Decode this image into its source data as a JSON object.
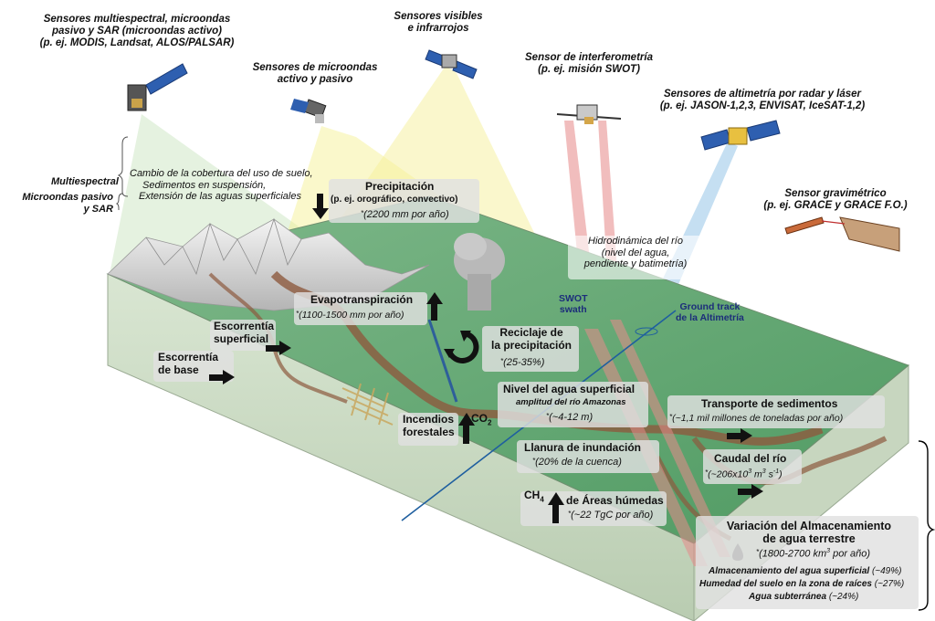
{
  "sensors": {
    "multispectral": {
      "line1": "Sensores multiespectral, microondas",
      "line2": "pasivo y SAR (microondas activo)",
      "line3": "(p. ej. MODIS, Landsat, ALOS/PALSAR)"
    },
    "visible": {
      "line1": "Sensores visibles",
      "line2": "e infrarrojos"
    },
    "microwave": {
      "line1": "Sensores de microondas",
      "line2": "activo y pasivo"
    },
    "interferometry": {
      "line1": "Sensor de interferometría",
      "line2": "(p. ej. misión SWOT)"
    },
    "altimetry": {
      "line1": "Sensores de altimetría por radar y láser",
      "line2": "(p. ej. JASON-1,2,3, ENVISAT, IceSAT-1,2)"
    },
    "gravimetric": {
      "line1": "Sensor gravimétrico",
      "line2": "(p. ej. GRACE y GRACE F.O.)"
    }
  },
  "left_labels": {
    "multiespectral": "Multiespectral",
    "microondas_1": "Microondas pasivo",
    "microondas_2": "y SAR",
    "land_1": "Cambio de la cobertura del uso de suelo,",
    "land_2": "Sedimentos en suspensión,",
    "land_3": "Extensión de las aguas superficiales"
  },
  "precip": {
    "title": "Precipitación",
    "sub": "(p. ej. orográfico, convectivo)",
    "value": "(2200 mm por año)"
  },
  "hydro": {
    "line1": "Hidrodinámica del río",
    "line2": "(nivel del agua,",
    "line3": "pendiente y batimetría)"
  },
  "swot": {
    "line1": "SWOT",
    "line2": "swath"
  },
  "ground_track": {
    "line1": "Ground track",
    "line2": "de la Altimetría"
  },
  "evapo": {
    "title": "Evapotranspiración",
    "value": "(1100-1500 mm por año)"
  },
  "runoff_surface": {
    "line1": "Escorrentía",
    "line2": "superficial"
  },
  "runoff_base": {
    "line1": "Escorrentía",
    "line2": "de base"
  },
  "recycling": {
    "line1": "Reciclaje de",
    "line2": "la precipitación",
    "value": "(25-35%)"
  },
  "water_level": {
    "title": "Nivel del agua superficial",
    "sub": "amplitud del río Amazonas",
    "value": "(~4-12 m)"
  },
  "fires": {
    "line1": "Incendios",
    "line2": "forestales",
    "gas": "CO"
  },
  "floodplain": {
    "title": "Llanura de inundación",
    "value": "(20% de la cuenca)"
  },
  "wetlands": {
    "gas": "CH",
    "title": "de Áreas húmedas",
    "value": "(~22 TgC por año)"
  },
  "sediment": {
    "title": "Transporte de sedimentos",
    "value": "(~1,1 mil millones de toneladas por año)"
  },
  "discharge": {
    "title": "Caudal del río",
    "value": "(~206x10"
  },
  "storage": {
    "line1": "Variación del Almacenamiento",
    "line2": "de agua terrestre",
    "value": "(1800-2700 km",
    "value_tail": " por año)",
    "item1": "Almacenamiento del agua superficial",
    "item1_pct": "(~49%)",
    "item2": "Humedad del suelo en la zona de raíces",
    "item2_pct": "(~27%)",
    "item3": "Agua subterránea",
    "item3_pct": "(~24%)"
  },
  "colors": {
    "ground": "#5aa36a",
    "river": "#8a5a3c",
    "beam_yellow": "#f4f08a",
    "beam_green": "#c8e6c0",
    "beam_red": "#e07070",
    "beam_blue": "#9cc8ea",
    "track": "#1f5f9f"
  }
}
